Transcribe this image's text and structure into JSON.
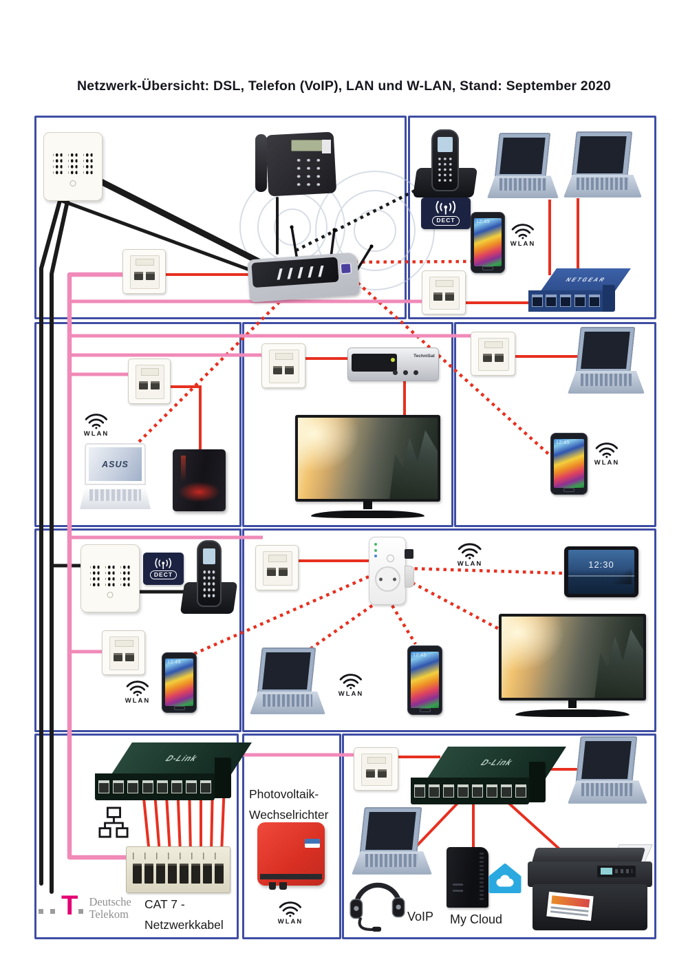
{
  "title": "Netzwerk-Übersicht: DSL, Telefon (VoIP), LAN und W-LAN, Stand: September 2020",
  "labels": {
    "wlan": "WLAN",
    "dect": "DECT",
    "netgear": "NETGEAR",
    "dlink": "D-Link",
    "technisat": "TechniSat",
    "asus": "ASUS",
    "tablet_time": "12:30",
    "phone_time": "12:45",
    "pv_line1": "Photovoltaik-",
    "pv_line2": "Wechselrichter",
    "cat7_line1": "CAT 7 -",
    "cat7_line2": "Netzwerkkabel",
    "telekom_t": "T",
    "telekom_line1": "Deutsche",
    "telekom_line2": "Telekom",
    "voip": "VoIP",
    "mycloud": "My Cloud"
  },
  "colors": {
    "room_border": "#3e4da3",
    "cable_phone_black": "#1b1b1b",
    "cable_lan_red": "#e73020",
    "cable_cat7_pink": "#f08ab8",
    "wireless_dotted_red": "#e73020",
    "dect_badge_navy": "#1c2342",
    "netgear_blue": "#2e4e8e",
    "telekom_magenta": "#e20074",
    "inverter_red": "#d92f23",
    "cloud_blue": "#2aa9e0"
  }
}
